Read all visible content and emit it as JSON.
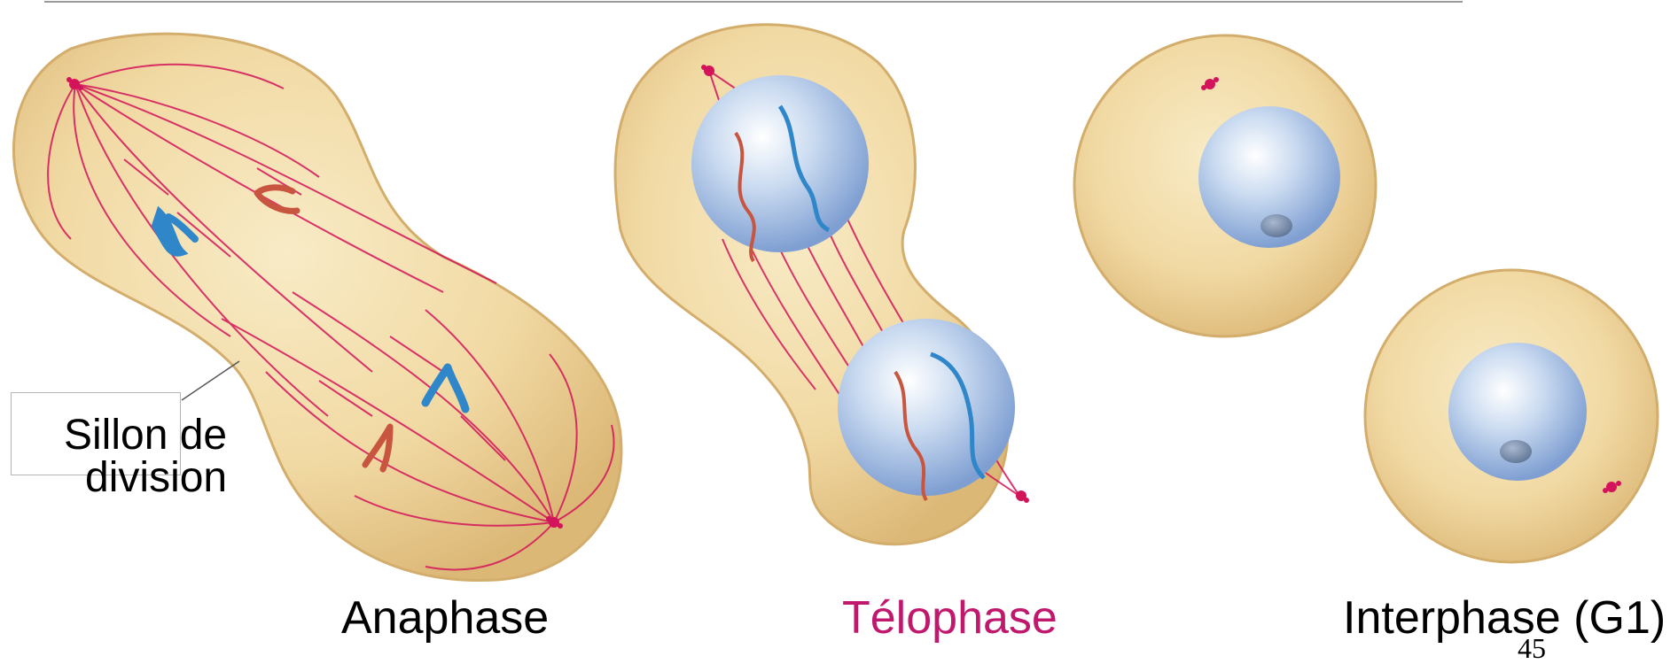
{
  "labels": {
    "anaphase": "Anaphase",
    "telophase": "Télophase",
    "interphase": "Interphase (G1)"
  },
  "callout": {
    "line1": "Sillon de",
    "line2": "division"
  },
  "page_number": "45",
  "colors": {
    "cytoplasm": "#f1d9a3",
    "cytoplasm_edge": "#d9b87a",
    "microtubule": "#d4145a",
    "nucleus": "#b8cde8",
    "chromosome_blue": "#2f86c8",
    "chromosome_red": "#c8553f",
    "telophase_label": "#c0186c",
    "callout_border": "#b4b4b4"
  }
}
